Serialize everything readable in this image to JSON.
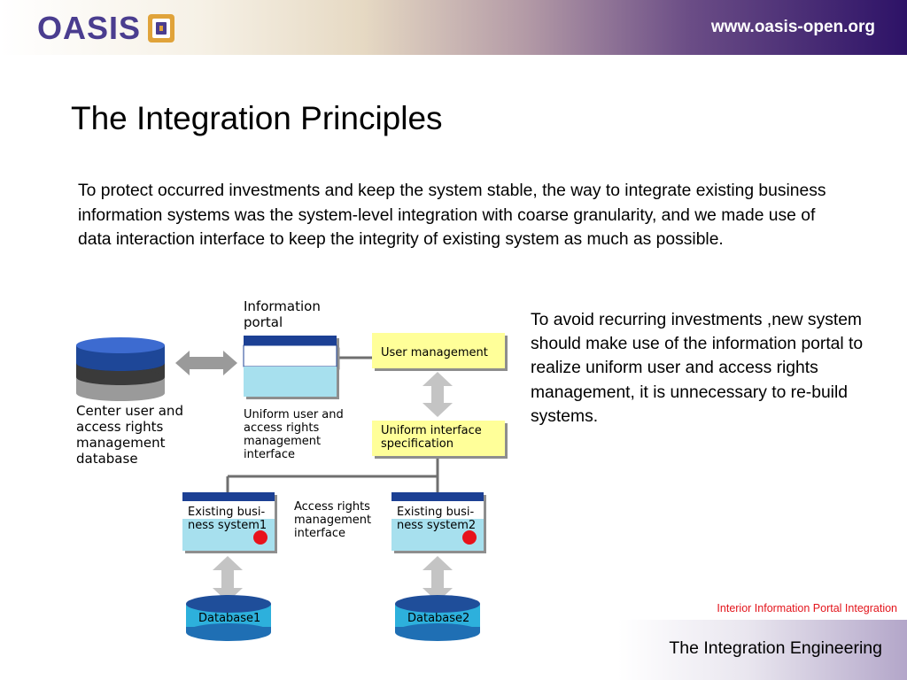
{
  "header": {
    "brand": "OASIS",
    "url": "www.oasis-open.org"
  },
  "slide": {
    "title": "The Integration Principles",
    "intro": "To protect occurred investments and keep the system stable, the way to integrate existing business information systems was the system-level integration with coarse granularity, and we made use of data interaction interface to keep the integrity of existing system as much as possible.",
    "side_text": "To avoid recurring investments ,new system should make use of the information portal to realize uniform user and access rights management, it is unnecessary to re-build systems."
  },
  "diagram": {
    "portal_label": [
      "Information",
      "portal"
    ],
    "user_management": "User management",
    "uniform_spec": [
      "Uniform interface",
      "specification"
    ],
    "center_db_label": [
      "Center user and",
      "access rights",
      "management",
      "database"
    ],
    "uniform_user_label": [
      "Uniform user and",
      "access rights",
      "management",
      "interface"
    ],
    "system1": [
      "Existing busi-",
      "ness system1"
    ],
    "system2": [
      "Existing busi-",
      "ness system2"
    ],
    "access_label": [
      "Access rights",
      "management",
      "interface"
    ],
    "database1": "Database1",
    "database2": "Database2",
    "colors": {
      "yellow": "#ffff99",
      "navy": "#1f3f94",
      "light_blue": "#a7e0ee",
      "red": "#e8121b",
      "gray": "#6f6f6f",
      "arrow": "#c4c4c4"
    }
  },
  "footer": {
    "note": "Interior Information Portal Integration",
    "title": "The Integration Engineering"
  }
}
